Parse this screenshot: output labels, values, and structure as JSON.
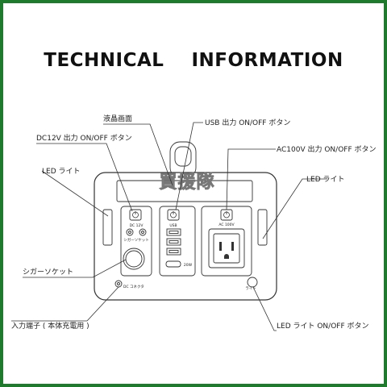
{
  "heading": "TECHNICAL    INFORMATION",
  "watermark": "買援隊",
  "callouts": {
    "lcd_screen": "液晶画面",
    "usb_switch": "USB 出力 ON/OFF ボタン",
    "dc12v_switch": "DC12V 出力 ON/OFF ボタン",
    "ac100v_switch": "AC100V 出力 ON/OFF ボタン",
    "led_light_left": "LED ライト",
    "led_light_right": "LED ライト",
    "cigar_socket": "シガーソケット",
    "input_terminal": "入力端子 ( 本体充電用 )",
    "led_light_switch": "LED ライト ON/OFF ボタン"
  },
  "panel_text": {
    "dc_label": "DC  12V",
    "cigar_label": "シガーソケット",
    "usb_label": "USB",
    "usb_power": "20W",
    "ac_label": "AC 100V",
    "dc_connector": "DC コネクタ",
    "light_label": "ライト"
  },
  "colors": {
    "frame": "#1f7a2e",
    "line": "#333333"
  }
}
